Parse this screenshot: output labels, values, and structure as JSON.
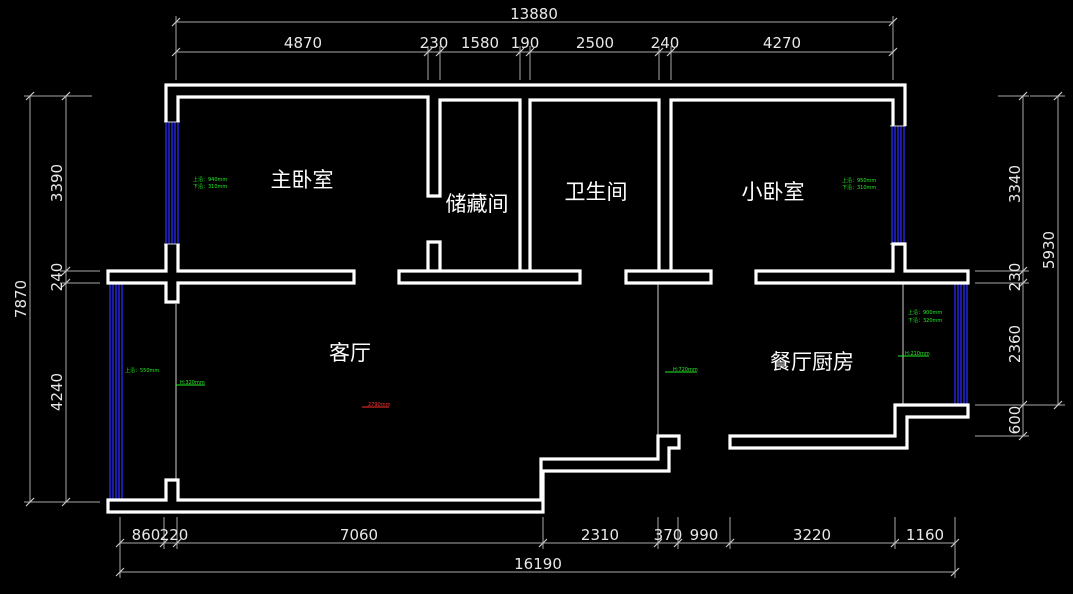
{
  "colors": {
    "background": "#000000",
    "wall": "#ffffff",
    "window": "#2a2aff",
    "note": "#22ee22",
    "note_red": "#ff3030",
    "dimension": "#e8e8e8"
  },
  "rooms": {
    "master_bedroom": "主卧室",
    "storage": "储藏间",
    "bathroom": "卫生间",
    "small_bedroom": "小卧室",
    "living_room": "客厅",
    "dining_kitchen": "餐厅厨房"
  },
  "dimensions": {
    "top_total": "13880",
    "top": [
      "4870",
      "230",
      "1580",
      "190",
      "2500",
      "240",
      "4270"
    ],
    "bottom": [
      "860",
      "220",
      "7060",
      "2310",
      "370",
      "990",
      "3220",
      "1160"
    ],
    "bottom_total": "16190",
    "left_total": "7870",
    "left": [
      "3390",
      "240",
      "4240"
    ],
    "right_total": "5930",
    "right": [
      "3340",
      "230",
      "2360",
      "600"
    ]
  },
  "notes": {
    "master_window": [
      "上沿：940mm",
      "下沿：310mm"
    ],
    "small_window": [
      "上沿：950mm",
      "下沿：310mm"
    ],
    "kitchen_window": [
      "上沿：900mm",
      "下沿：320mm"
    ],
    "living_window": "上沿：550mm",
    "living_marker": "H:320mm",
    "mid_marker": "H:720mm",
    "kitchen_marker": "H:210mm",
    "ceiling": "2790mm"
  }
}
